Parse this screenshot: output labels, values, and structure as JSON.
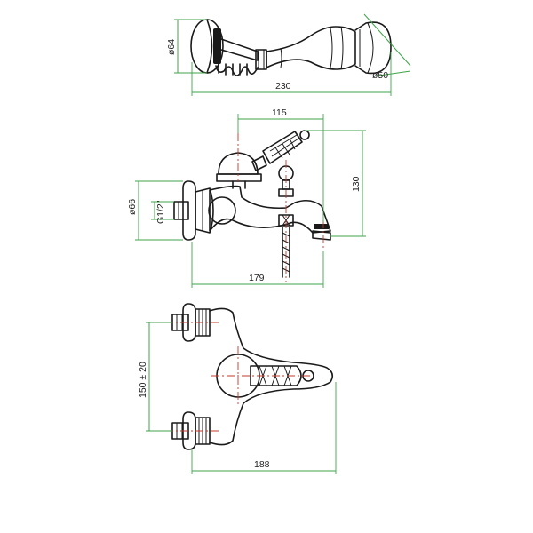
{
  "colors": {
    "outline": "#1a1a1a",
    "dimension_line": "#3fa34a",
    "center_line": "#c0392b",
    "background": "#ffffff"
  },
  "hand_shower": {
    "dim_diameter_mount": "ø64",
    "dim_diameter_head": "ø50",
    "dim_length": "230"
  },
  "side_view": {
    "dim_width_top": "115",
    "dim_height": "130",
    "dim_diameter": "ø66",
    "dim_thread": "G1/2\"",
    "dim_width_bottom": "179"
  },
  "top_view": {
    "dim_spacing": "150 ± 20",
    "dim_width": "188"
  }
}
